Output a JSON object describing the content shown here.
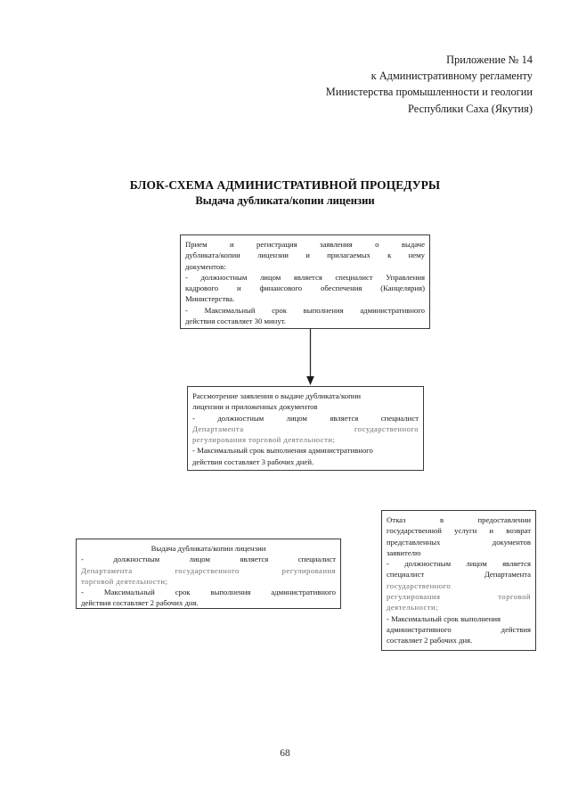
{
  "document": {
    "header_lines": [
      "Приложение № 14",
      "к Административному регламенту",
      "Министерства промышленности и геологии",
      "Республики Саха (Якутия)"
    ],
    "title_main": "БЛОК-СХЕМА АДМИНИСТРАТИВНОЙ ПРОЦЕДУРЫ",
    "title_sub": "Выдача дубликата/копии лицензии",
    "page_number": "68"
  },
  "flowchart": {
    "arrow_label": "down-arrow",
    "boxes": {
      "intake": {
        "name": "Прием и регистрация заявления",
        "lines": [
          "Прием и регистрация заявления о выдаче дубликата/копии лицензии и прилагаемых к нему документов:",
          "- должностным лицом является специалист Управления кадрового и финансового обеспечения (Канцелярия) Министерства.",
          "- Максимальный срок выполнения административного действия составляет 30 минут."
        ],
        "line1a": "Прием и регистрация заявления о выдаче",
        "line1b": "дубликата/копии лицензии и прилагаемых к нему",
        "line1c": "документов:",
        "line2a": "- должностным лицом является специалист  Управления",
        "line2b": "кадрового и финансового обеспечения (Канцелярия)",
        "line2c": "Министерства.",
        "line3a": "- Максимальный срок выполнения административного",
        "line3b": "действия составляет 30 минут."
      },
      "review": {
        "name": "Рассмотрение заявления",
        "line1a": "Рассмотрение   заявления о выдаче дубликата/копии",
        "line1b": "лицензии и  приложенных документов",
        "line2a": "-   должностным лицом является специалист",
        "line2b": "Департамента государственного",
        "line2c": "регулирования  торговой деятельности;",
        "line3a": "- Максимальный срок выполнения административного",
        "line3b": "действия составляет 3 рабочих дней."
      },
      "issue": {
        "name": "Выдача дубликата/копии лицензии",
        "title": "Выдача дубликата/копии лицензии",
        "line2a": "-   должностным лицом является специалист",
        "line2b": "Департамента государственного регулирования",
        "line2c": "торговой деятельности;",
        "line3a": "- Максимальный срок выполнения административного",
        "line3b": "действия составляет  2 рабочих дня."
      },
      "refusal": {
        "name": "Отказ в предоставлении государственной услуги",
        "line1a": "Отказ в предоставлении",
        "line1b": "государственной услуги и возврат",
        "line1c": "представленных документов",
        "line1d": "заявителю",
        "line2a": "- должностным лицом является",
        "line2b": "специалист Департамента",
        "line2c": "государственного",
        "line2d": "регулирования торговой",
        "line2e": "деятельности;",
        "line3a": "- Максимальный срок выполнения",
        "line3b": "административного действия",
        "line3c": "составляет 2 рабочих дня."
      }
    }
  },
  "colors": {
    "page_background": "#ffffff",
    "ink": "#1a1a1a",
    "box_border": "#3b3b3b",
    "faded_ink": "#6f6f6f"
  }
}
